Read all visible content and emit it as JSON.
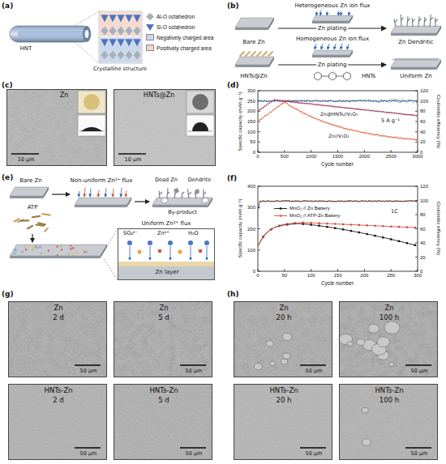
{
  "diagram": {
    "nodes": [
      {
        "text": [
          "Bare Zn"
        ]
      },
      {
        "text": [
          "Zn Dendritic"
        ]
      },
      {
        "text": [
          "HNTs@Zn"
        ]
      },
      {
        "text": [
          "Uniform Zn"
        ]
      },
      {
        "text": [
          "Zn",
          "10 μm"
        ]
      },
      {
        "text": [
          "HNTs@Zn",
          "10 μm"
        ]
      },
      {
        "text": [
          "SO₄²⁻",
          "Zn²⁺",
          "H₂O",
          "Zn layer"
        ]
      },
      {
        "text": [
          "Zn",
          "2 d",
          "50 μm"
        ]
      },
      {
        "text": [
          "Zn",
          "5 d",
          "50 μm"
        ]
      },
      {
        "text": [
          "HNTs-Zn",
          "2 d",
          "50 μm"
        ]
      },
      {
        "text": [
          "HNTs-Zn",
          "5 d",
          "50 μm"
        ]
      },
      {
        "text": [
          "Zn",
          "20 h",
          "50 μm"
        ]
      },
      {
        "text": [
          "Zn",
          "100 h",
          "50 μm"
        ]
      },
      {
        "text": [
          "HNTs-Zn",
          "20 h",
          "50 μm"
        ]
      },
      {
        "text": [
          "HNTs-Zn",
          "100 h",
          "50 μm"
        ]
      }
    ],
    "edges": [
      {
        "from": 0,
        "to": 1,
        "label": "Zn plating",
        "arrow": "to"
      },
      {
        "from": 2,
        "to": 3,
        "label": "Zn plating",
        "arrow": "to"
      }
    ],
    "labels": [
      "(a)",
      "HNT",
      "Crystalline structure",
      "(b)",
      "Heterogeneous Zn ion flux",
      "Homogeneous Zn ion flux",
      "HNTs",
      "(c)",
      "(d)",
      "0",
      "50",
      "100",
      "150",
      "200",
      "250",
      "300",
      "0",
      "20",
      "40",
      "60",
      "80",
      "100",
      "120",
      "0",
      "500",
      "1000",
      "1500",
      "2000",
      "2500",
      "3000",
      "Specific capacity (mAh g⁻¹)",
      "Coulombic efficiency (%)",
      "Cycle number",
      "5 A g⁻¹",
      "Zn@HNTs//V₂O₅",
      "Zn//V₂O₅",
      "(e)",
      "Bare Zn",
      "Non-uniform Zn²⁺ flux",
      "Dead Zn",
      "Dendrite",
      "By-product",
      "ATP",
      "Uniform Zn²⁺ flux",
      "(f)",
      "0",
      "100",
      "200",
      "300",
      "400",
      "0",
      "20",
      "40",
      "60",
      "80",
      "100",
      "120",
      "0",
      "50",
      "100",
      "150",
      "200",
      "250",
      "300",
      "Specific capacity (mAh g⁻¹)",
      "Coulombic efficiency (%)",
      "Cycle number",
      "1C",
      "(g)",
      "(h)"
    ],
    "legend": [
      {
        "text": "Al-O octahedron"
      },
      {
        "text": "Si-O octahedron"
      },
      {
        "text": "Negatively charged area",
        "color": "#c9d8ee"
      },
      {
        "text": "Positively charged area",
        "color": "#f6d2c6"
      },
      {
        "text": "MnO₂ // Zn Battery"
      },
      {
        "text": "MnO₂ // ATP-Zn Battery"
      }
    ]
  }
}
